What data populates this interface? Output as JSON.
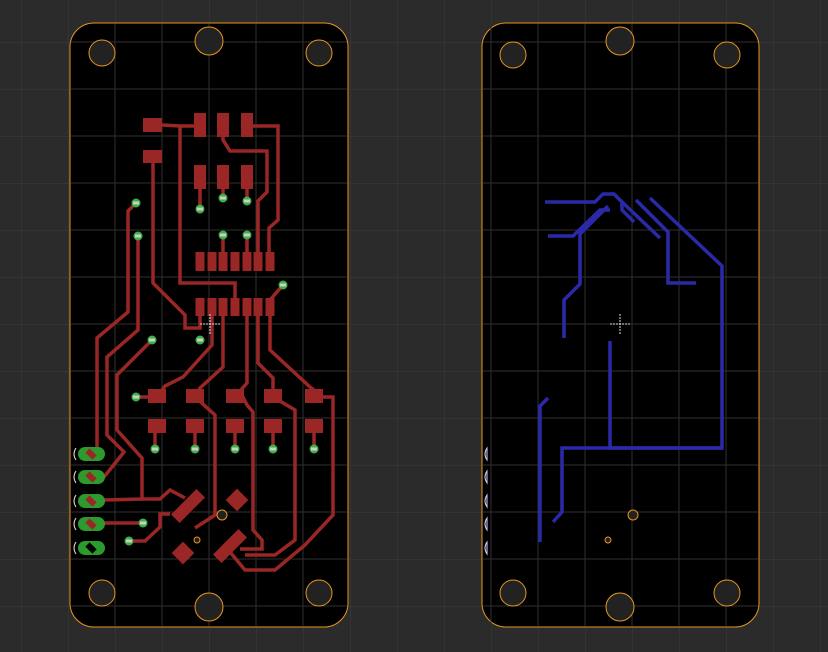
{
  "canvas": {
    "background": "#2b2b2b",
    "grid_color": "#3d3d3d",
    "board_fill": "#000000",
    "board_outline": "#e8961e"
  },
  "layers": {
    "top_copper": "#9b2626",
    "bottom_copper": "#2a2aa8",
    "via": "#3cb043",
    "connector_pad": "#2d9a2d"
  },
  "views": [
    {
      "side": "top",
      "layer_icon": "copper-top"
    },
    {
      "side": "bottom",
      "layer_icon": "copper-bottom"
    }
  ]
}
